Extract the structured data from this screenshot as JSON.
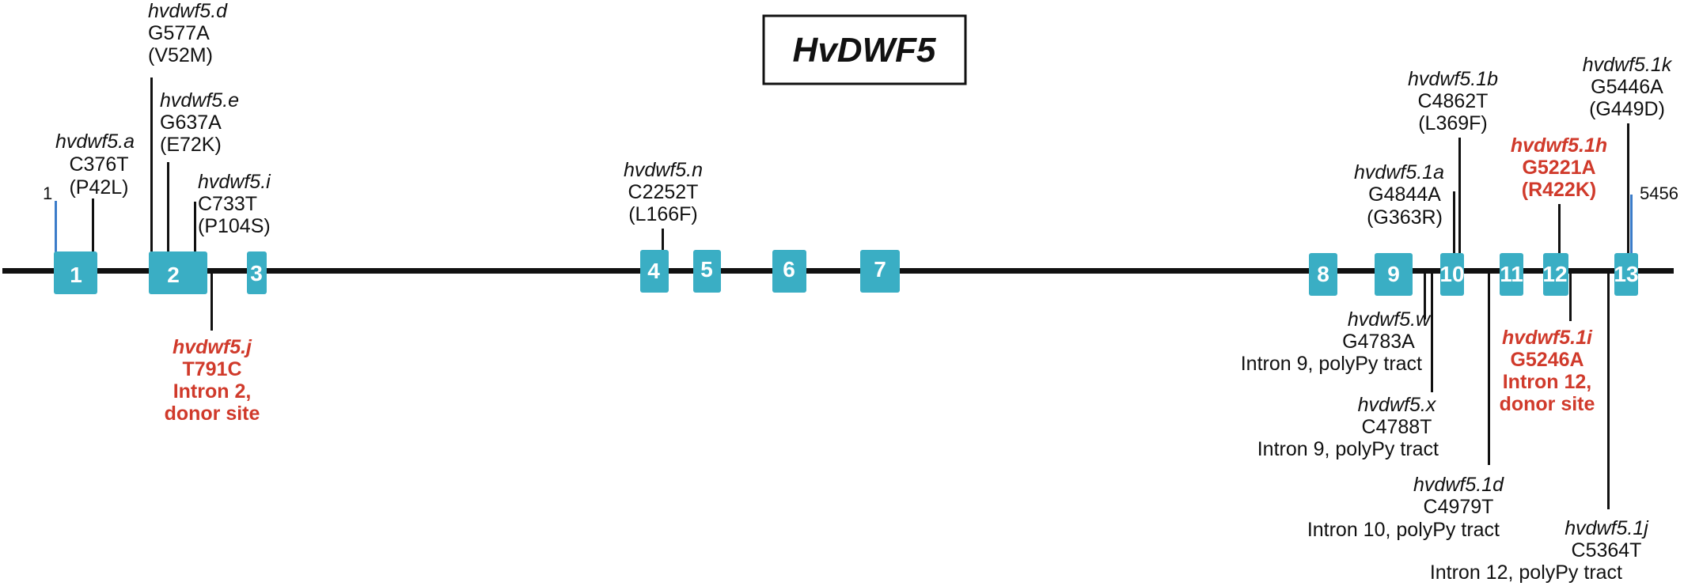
{
  "title": "HvDWF5",
  "colors": {
    "exon": "#3aaec4",
    "line": "#111111",
    "red": "#d03a2b",
    "terminal": "#3b7cc9"
  },
  "start_label": "1",
  "end_label": "5456",
  "exons": [
    {
      "label": "1"
    },
    {
      "label": "2"
    },
    {
      "label": "3"
    },
    {
      "label": "4"
    },
    {
      "label": "5"
    },
    {
      "label": "6"
    },
    {
      "label": "7"
    },
    {
      "label": "8"
    },
    {
      "label": "9"
    },
    {
      "label": "10"
    },
    {
      "label": "11"
    },
    {
      "label": "12"
    },
    {
      "label": "13"
    }
  ],
  "mutations": [
    {
      "allele": "hvdwf5.a",
      "nucleotide": "C376T",
      "effect": "(P42L)"
    },
    {
      "allele": "hvdwf5.d",
      "nucleotide": "G577A",
      "effect": "(V52M)"
    },
    {
      "allele": "hvdwf5.e",
      "nucleotide": "G637A",
      "effect": "(E72K)"
    },
    {
      "allele": "hvdwf5.i",
      "nucleotide": "C733T",
      "effect": "(P104S)"
    },
    {
      "allele": "hvdwf5.j",
      "nucleotide": "T791C",
      "effect": "Intron 2,",
      "effect2": "donor site"
    },
    {
      "allele": "hvdwf5.n",
      "nucleotide": "C2252T",
      "effect": "(L166F)"
    },
    {
      "allele": "hvdwf5.w",
      "nucleotide": "G4783A",
      "effect": "Intron 9, polyPy tract"
    },
    {
      "allele": "hvdwf5.x",
      "nucleotide": "C4788T",
      "effect": "Intron 9, polyPy tract"
    },
    {
      "allele": "hvdwf5.1a",
      "nucleotide": "G4844A",
      "effect": "(G363R)"
    },
    {
      "allele": "hvdwf5.1b",
      "nucleotide": "C4862T",
      "effect": "(L369F)"
    },
    {
      "allele": "hvdwf5.1d",
      "nucleotide": "C4979T",
      "effect": "Intron 10, polyPy tract"
    },
    {
      "allele": "hvdwf5.1h",
      "nucleotide": "G5221A",
      "effect": "(R422K)"
    },
    {
      "allele": "hvdwf5.1i",
      "nucleotide": "G5246A",
      "effect": "Intron 12,",
      "effect2": "donor site"
    },
    {
      "allele": "hvdwf5.1j",
      "nucleotide": "C5364T",
      "effect": "Intron 12, polyPy tract"
    },
    {
      "allele": "hvdwf5.1k",
      "nucleotide": "G5446A",
      "effect": "(G449D)"
    }
  ]
}
